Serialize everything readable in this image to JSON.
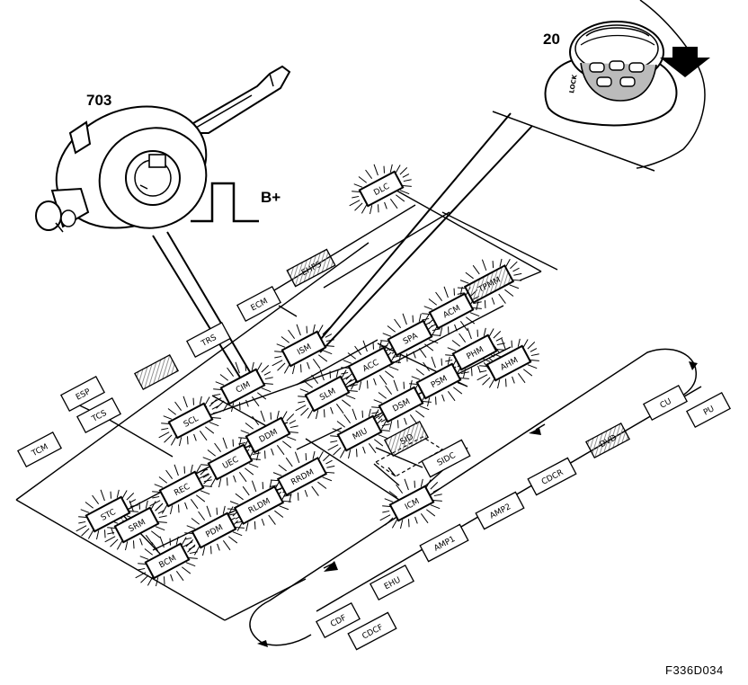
{
  "callouts": {
    "part_703": "703",
    "part_20": "20",
    "signal": "B+"
  },
  "ignition_lock_label": "LOCK",
  "figure_id": "F336D034",
  "modules": [
    {
      "id": "dlc",
      "label": "DLC",
      "glow": true
    },
    {
      "id": "tpmm",
      "label": "TPMM",
      "glow": true,
      "hatched": true
    },
    {
      "id": "ehps",
      "label": "EHPS",
      "hatched": true
    },
    {
      "id": "ecm",
      "label": "ECM"
    },
    {
      "id": "acm",
      "label": "ACM",
      "glow": true
    },
    {
      "id": "spa",
      "label": "SPA",
      "glow": true
    },
    {
      "id": "phm",
      "label": "PHM",
      "glow": true
    },
    {
      "id": "ahm",
      "label": "AHM",
      "glow": true
    },
    {
      "id": "acc",
      "label": "ACC",
      "glow": true
    },
    {
      "id": "psm",
      "label": "PSM",
      "glow": true
    },
    {
      "id": "dsm",
      "label": "DSM",
      "glow": true
    },
    {
      "id": "ism",
      "label": "ISM",
      "glow": true
    },
    {
      "id": "slm",
      "label": "SLM",
      "glow": true
    },
    {
      "id": "miu",
      "label": "MIU",
      "glow": true
    },
    {
      "id": "sid",
      "label": "SID",
      "hatched": true
    },
    {
      "id": "sidc",
      "label": "SIDC"
    },
    {
      "id": "trs",
      "label": "TRS"
    },
    {
      "id": "blank",
      "label": "",
      "hatched": true
    },
    {
      "id": "cim",
      "label": "CIM",
      "glow": true
    },
    {
      "id": "esp",
      "label": "ESP"
    },
    {
      "id": "tcs",
      "label": "TCS"
    },
    {
      "id": "tcm",
      "label": "TCM"
    },
    {
      "id": "scl",
      "label": "SCL",
      "glow": true
    },
    {
      "id": "ddm",
      "label": "DDM",
      "glow": true
    },
    {
      "id": "uec",
      "label": "UEC",
      "glow": true
    },
    {
      "id": "rec",
      "label": "REC",
      "glow": true
    },
    {
      "id": "rrdm",
      "label": "RRDM",
      "glow": true
    },
    {
      "id": "rldm",
      "label": "RLDM",
      "glow": true
    },
    {
      "id": "pdm",
      "label": "PDM",
      "glow": true
    },
    {
      "id": "stc",
      "label": "STC",
      "glow": true
    },
    {
      "id": "srm",
      "label": "SRM",
      "glow": true
    },
    {
      "id": "bcm",
      "label": "BCM",
      "glow": true
    },
    {
      "id": "icm",
      "label": "ICM",
      "glow": true
    },
    {
      "id": "amp2",
      "label": "AMP2"
    },
    {
      "id": "amp1",
      "label": "AMP1"
    },
    {
      "id": "cdcr",
      "label": "CDCR"
    },
    {
      "id": "dvd",
      "label": "DVD",
      "hatched": true
    },
    {
      "id": "cu",
      "label": "CU"
    },
    {
      "id": "pu",
      "label": "PU"
    },
    {
      "id": "ehu",
      "label": "EHU"
    },
    {
      "id": "cdf",
      "label": "CDF"
    },
    {
      "id": "cdcf",
      "label": "CDCF"
    }
  ]
}
